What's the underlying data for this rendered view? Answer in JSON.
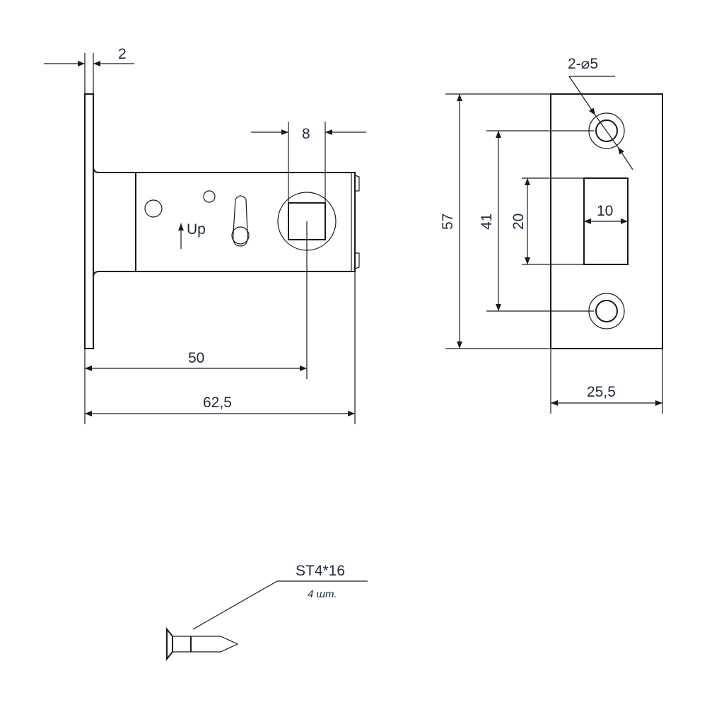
{
  "side_view": {
    "dim_plate_thickness": "2",
    "dim_spindle": "8",
    "dim_backset": "50",
    "dim_total_length": "62,5",
    "up_label": "Up"
  },
  "front_view": {
    "dim_height": "57",
    "dim_hole_spacing": "41",
    "dim_latch_height": "20",
    "dim_latch_width": "10",
    "dim_width": "25,5",
    "hole_callout": "2-⌀5"
  },
  "screw": {
    "spec": "ST4*16",
    "quantity": "4 шт."
  }
}
